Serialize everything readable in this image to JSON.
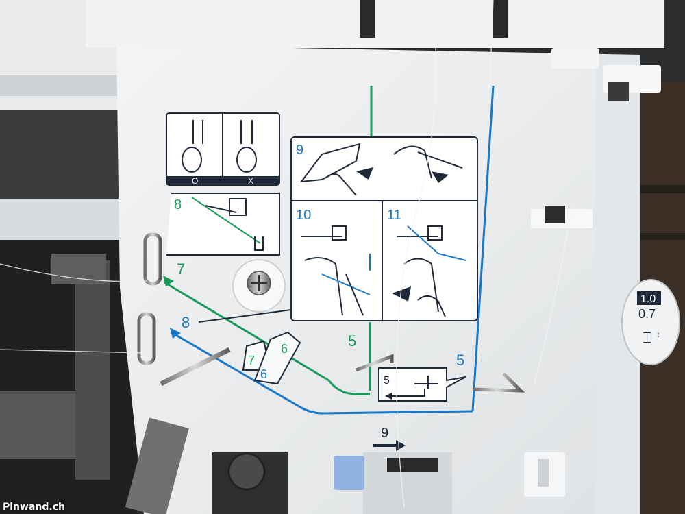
{
  "photo": {
    "colors": {
      "green_path": "#1a9a5a",
      "blue_path": "#1a78c8",
      "panel": "#eef0f1",
      "ink": "#1e2a3a"
    },
    "chart_symbols": {
      "on": "O",
      "off": "X"
    },
    "step_numbers": {
      "s9_box": "9",
      "s8_box": "8",
      "s10_box": "10",
      "s11_box": "11",
      "s7": "7",
      "s8": "8",
      "s5_left": "5",
      "s5_right": "5",
      "s5_inset": "5",
      "s7_tab": "7",
      "s6_tab_green": "6",
      "s6_tab_blue": "6",
      "s9_bottom": "9"
    },
    "dial": {
      "top": "1.0",
      "mid": "0.7"
    },
    "watermark": "Pinwand.ch"
  }
}
